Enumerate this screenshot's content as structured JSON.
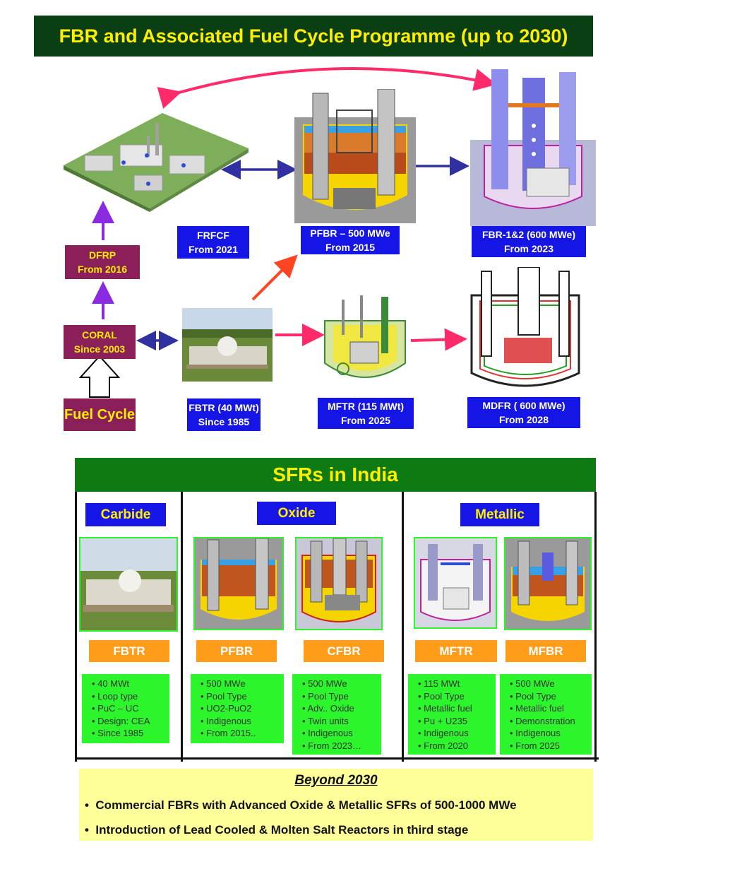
{
  "header": {
    "title": "FBR and Associated Fuel Cycle Programme (up to 2030)"
  },
  "flow": {
    "frfcf": {
      "name": "FRFCF",
      "date": "From 2021"
    },
    "pfbr": {
      "name": "PFBR – 500 MWe",
      "date": "From 2015"
    },
    "fbr12": {
      "name": "FBR-1&2 (600 MWe)",
      "date": "From  2023"
    },
    "dfrp": {
      "name": "DFRP",
      "date": "From 2016"
    },
    "coral": {
      "name": "CORAL",
      "date": "Since 2003"
    },
    "fuel_cycle": "Fuel Cycle",
    "fbtr": {
      "name": "FBTR (40 MWt)",
      "date": "Since  1985"
    },
    "mftr": {
      "name": "MFTR (115 MWt)",
      "date": "From 2025"
    },
    "mdfr": {
      "name": "MDFR ( 600 MWe)",
      "date": "From 2028"
    }
  },
  "sfr": {
    "title": "SFRs in India",
    "categories": {
      "carbide": "Carbide",
      "oxide": "Oxide",
      "metallic": "Metallic"
    },
    "reactors": [
      {
        "name": "FBTR",
        "features": [
          "40 MWt",
          "Loop type",
          "PuC – UC",
          "Design: CEA",
          "Since 1985"
        ]
      },
      {
        "name": "PFBR",
        "features": [
          "500 MWe",
          "Pool Type",
          "UO2-PuO2",
          "Indigenous",
          "From  2015.."
        ]
      },
      {
        "name": "CFBR",
        "features": [
          "500 MWe",
          "Pool Type",
          "Adv.. Oxide",
          "Twin units",
          "Indigenous",
          "From 2023…"
        ]
      },
      {
        "name": "MFTR",
        "features": [
          "115 MWt",
          "Pool Type",
          "Metallic fuel",
          "Pu + U235",
          "Indigenous",
          "From 2020"
        ]
      },
      {
        "name": "MFBR",
        "features": [
          "500 MWe",
          "Pool Type",
          "Metallic fuel",
          "Demonstration",
          "Indigenous",
          "From 2025"
        ]
      }
    ]
  },
  "beyond": {
    "title": "Beyond 2030",
    "items": [
      "Commercial  FBRs with Advanced Oxide & Metallic SFRs of 500-1000 MWe",
      "Introduction of Lead Cooled & Molten Salt Reactors in third stage"
    ]
  },
  "colors": {
    "title_bg": "#0a3f14",
    "title_text": "#ffee00",
    "label_blue": "#1515e6",
    "label_maroon": "#8b1f5a",
    "sfr_green": "#0e7a12",
    "feature_green": "#2cf52c",
    "name_orange": "#ff9c1a",
    "beyond_bg": "#ffff99"
  }
}
